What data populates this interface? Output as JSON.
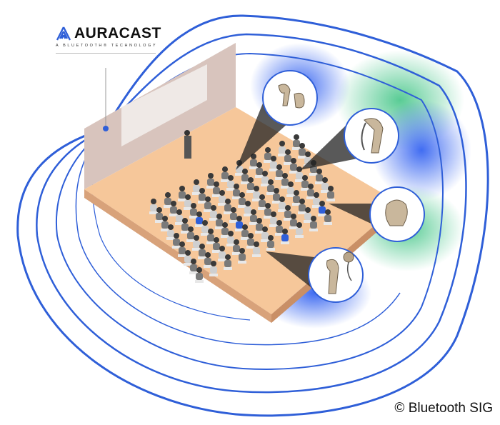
{
  "logo": {
    "name": "AURACAST",
    "tagline": "A BLUETOOTH® TECHNOLOGY"
  },
  "devices": [
    "earbuds-icon",
    "behind-the-ear-hearing-aid-icon",
    "in-ear-hearing-aid-icon",
    "cochlear-implant-icon"
  ],
  "colors": {
    "broadcast": "#2f5fd8",
    "floor": "#f6c79a",
    "wall": "#d8c4bd",
    "glow_blue": "#2b5cf0",
    "glow_green": "#2fbf7a"
  },
  "copyright": "© Bluetooth SIG"
}
